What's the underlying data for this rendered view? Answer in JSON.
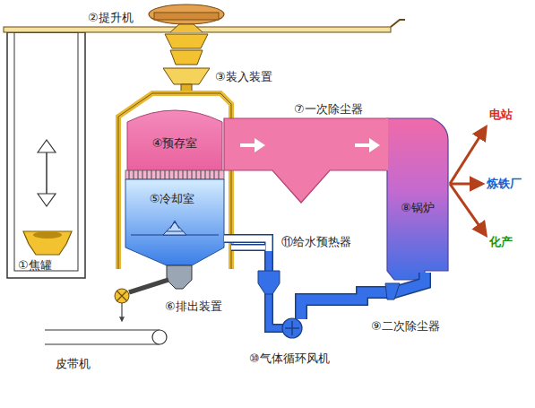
{
  "diagram": {
    "nodes": [
      {
        "text": [
          "④预存室"
        ]
      },
      {
        "text": [
          "⑤冷却室"
        ]
      },
      {
        "text": [
          "⑧锅炉"
        ]
      }
    ],
    "labels": [
      "②提升机",
      "③装入装置",
      "⑦一次除尘器",
      "电站",
      "炼铁厂",
      "化产",
      "⑪给水预热器",
      "①焦罐",
      "⑥排出装置",
      "⑨二次除尘器",
      "⑩气体循环风机",
      "皮带机"
    ]
  }
}
